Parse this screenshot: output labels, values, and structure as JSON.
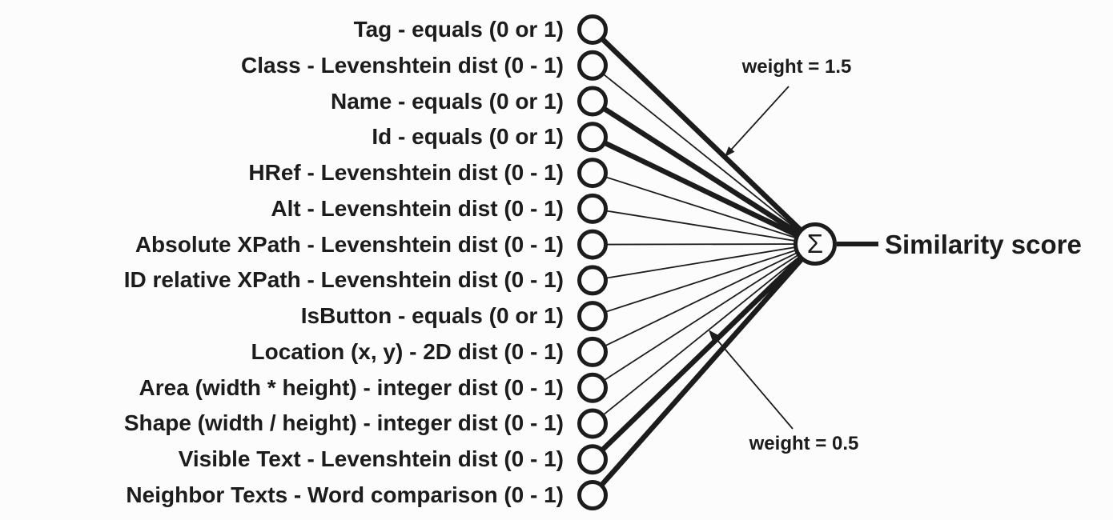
{
  "diagram": {
    "inputs": [
      {
        "label": "Tag - equals (0 or 1)",
        "weight": 1.5
      },
      {
        "label": "Class - Levenshtein dist (0 - 1)",
        "weight": 0.5
      },
      {
        "label": "Name - equals (0 or 1)",
        "weight": 1.5
      },
      {
        "label": "Id - equals (0 or 1)",
        "weight": 1.5
      },
      {
        "label": "HRef - Levenshtein dist (0 - 1)",
        "weight": 0.5
      },
      {
        "label": "Alt - Levenshtein dist (0 - 1)",
        "weight": 0.5
      },
      {
        "label": "Absolute XPath - Levenshtein dist (0 - 1)",
        "weight": 0.5
      },
      {
        "label": "ID relative XPath - Levenshtein dist (0 - 1)",
        "weight": 0.5
      },
      {
        "label": "IsButton - equals (0 or 1)",
        "weight": 0.5
      },
      {
        "label": "Location (x, y) - 2D dist (0 - 1)",
        "weight": 0.5
      },
      {
        "label": "Area (width * height) - integer dist (0 - 1)",
        "weight": 0.5
      },
      {
        "label": "Shape (width / height) - integer dist (0 - 1)",
        "weight": 0.5
      },
      {
        "label": "Visible Text - Levenshtein dist (0 - 1)",
        "weight": 1.5
      },
      {
        "label": "Neighbor Texts - Word comparison (0 - 1)",
        "weight": 1.5
      }
    ],
    "sum_node": {
      "symbol": "Σ"
    },
    "output": {
      "label": "Similarity score"
    },
    "annotations": [
      {
        "label": "weight = 1.5",
        "weight": 1.5,
        "target_index": 0
      },
      {
        "label": "weight = 0.5",
        "weight": 0.5,
        "target_index": 11
      }
    ],
    "colors": {
      "ink": "#1c1c1c",
      "background": "#fcfcfc"
    }
  }
}
